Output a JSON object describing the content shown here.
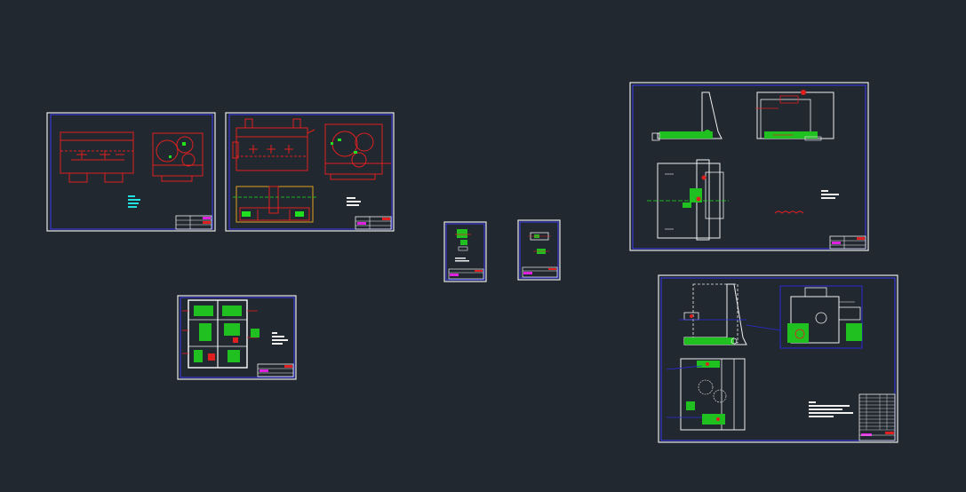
{
  "viewport": {
    "background": "#212830"
  },
  "colors": {
    "frame": "#3a3af0",
    "red": "#e02020",
    "green": "#20e020",
    "white": "#f0f0f0",
    "cyan": "#20e0e0",
    "magenta": "#e020e0",
    "blue": "#2a2ad8"
  },
  "sheets": [
    {
      "id": "sheet-1",
      "kind": "red-assembly"
    },
    {
      "id": "sheet-2",
      "kind": "red-assembly-section"
    },
    {
      "id": "sheet-3",
      "kind": "green-hydraulic-schematic"
    },
    {
      "id": "sheet-4",
      "kind": "small-green-part"
    },
    {
      "id": "sheet-5",
      "kind": "small-part"
    },
    {
      "id": "sheet-6",
      "kind": "fixture-three-view"
    },
    {
      "id": "sheet-7",
      "kind": "fixture-assembly-with-bom"
    }
  ]
}
